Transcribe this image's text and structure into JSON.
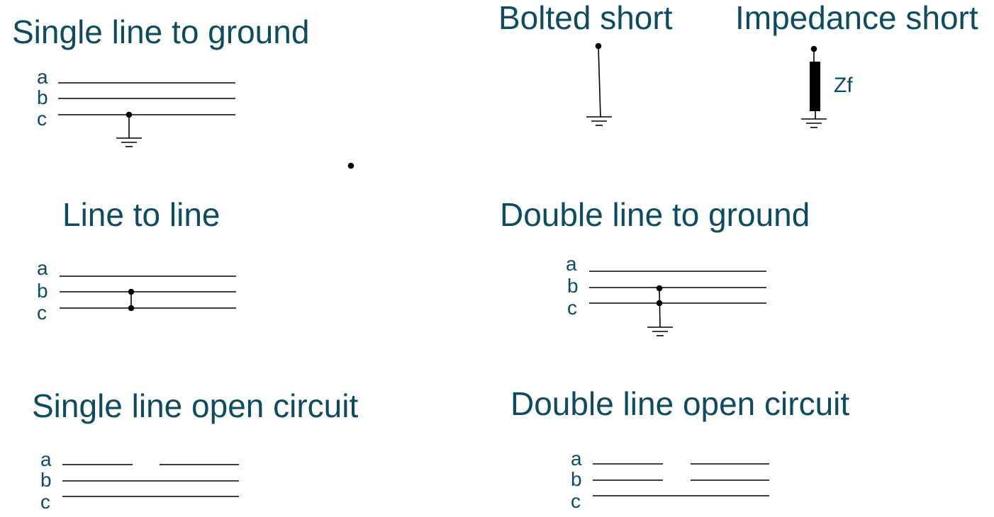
{
  "titles": {
    "slg": "Single line to ground",
    "bolted": "Bolted short",
    "impedance": "Impedance short",
    "ll": "Line to line",
    "dlg": "Double line to ground",
    "sloc": "Single line open circuit",
    "dloc": "Double line open circuit"
  },
  "phases": {
    "a": "a",
    "b": "b",
    "c": "c"
  },
  "impedance_label": "Zf",
  "colors": {
    "text": "#0f4b5e",
    "line": "#000000"
  }
}
